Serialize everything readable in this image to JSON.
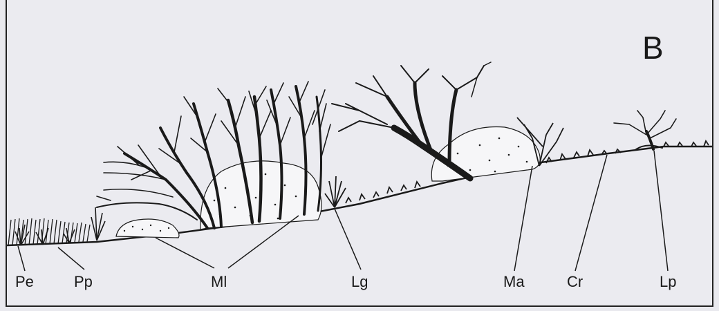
{
  "panel_letter": "B",
  "labels": {
    "pe": "Pe",
    "pp": "Pp",
    "ml": "Ml",
    "lg": "Lg",
    "ma": "Ma",
    "cr": "Cr",
    "lp": "Lp"
  },
  "colors": {
    "ink": "#1a1a1a",
    "paper": "#ebebf0"
  }
}
